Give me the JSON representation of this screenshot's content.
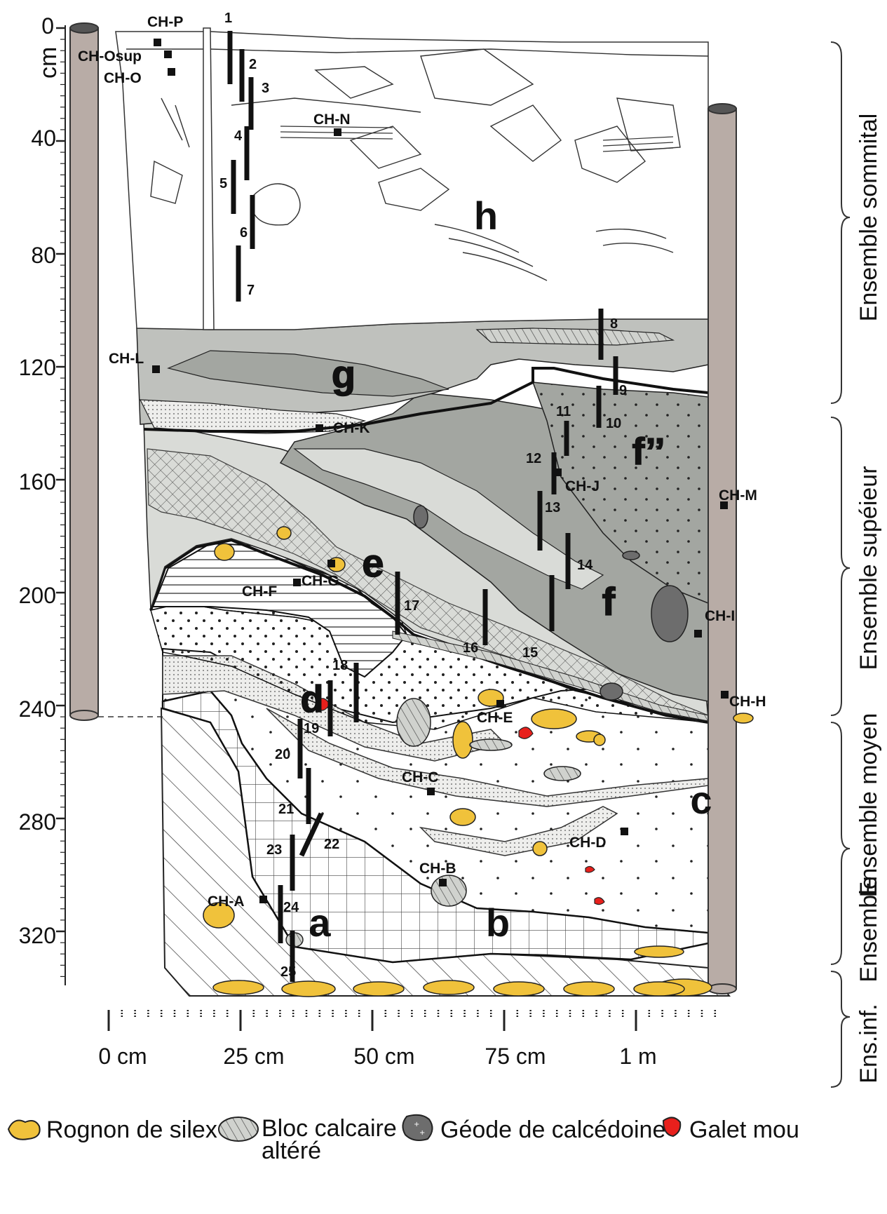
{
  "vertical_axis": {
    "unit": "cm",
    "ticks": [
      "0",
      "40",
      "80",
      "120",
      "160",
      "200",
      "240",
      "280",
      "320"
    ]
  },
  "horizontal_axis": {
    "ticks": [
      "0 cm",
      "25 cm",
      "50 cm",
      "75 cm",
      "1 m"
    ]
  },
  "layers": {
    "a": "a",
    "b": "b",
    "c": "c",
    "d": "d",
    "e": "e",
    "f": "f",
    "f2": "f’’",
    "g": "g",
    "h": "h"
  },
  "samples": {
    "ch_p": "CH-P",
    "ch_osup": "CH-Osup",
    "ch_o": "CH-O",
    "ch_n": "CH-N",
    "ch_l": "CH-L",
    "ch_k": "CH-K",
    "ch_j": "CH-J",
    "ch_m": "CH-M",
    "ch_i": "CH-I",
    "ch_h": "CH-H",
    "ch_g": "CH-G",
    "ch_f": "CH-F",
    "ch_e": "CH-E",
    "ch_c": "CH-C",
    "ch_d": "CH-D",
    "ch_b": "CH-B",
    "ch_a": "CH-A"
  },
  "sections": [
    "1",
    "2",
    "3",
    "4",
    "5",
    "6",
    "7",
    "8",
    "9",
    "10",
    "11",
    "12",
    "13",
    "14",
    "15",
    "16",
    "17",
    "18",
    "19",
    "20",
    "21",
    "22",
    "23",
    "24",
    "25"
  ],
  "ensembles": {
    "sommital": "Ensemble sommital",
    "superieur": "Ensemble supéieur",
    "moyen": "Ensemble moyen",
    "inferieur": "Ens.inf.",
    "inferieur2": "Ensemble"
  },
  "legend": {
    "flint": "Rognon de silex",
    "limestone_line1": "Bloc calcaire",
    "limestone_line2": "altéré",
    "geode": "Géode de calcédoine",
    "pebble": "Galet mou"
  },
  "colors": {
    "flint": "#f0c23b",
    "pebble": "#e8201c",
    "geode": "#6d6d6d",
    "dark_layer": "#a3a6a1",
    "light_layer": "#d9dbd7",
    "pillar": "#b8aca6"
  }
}
